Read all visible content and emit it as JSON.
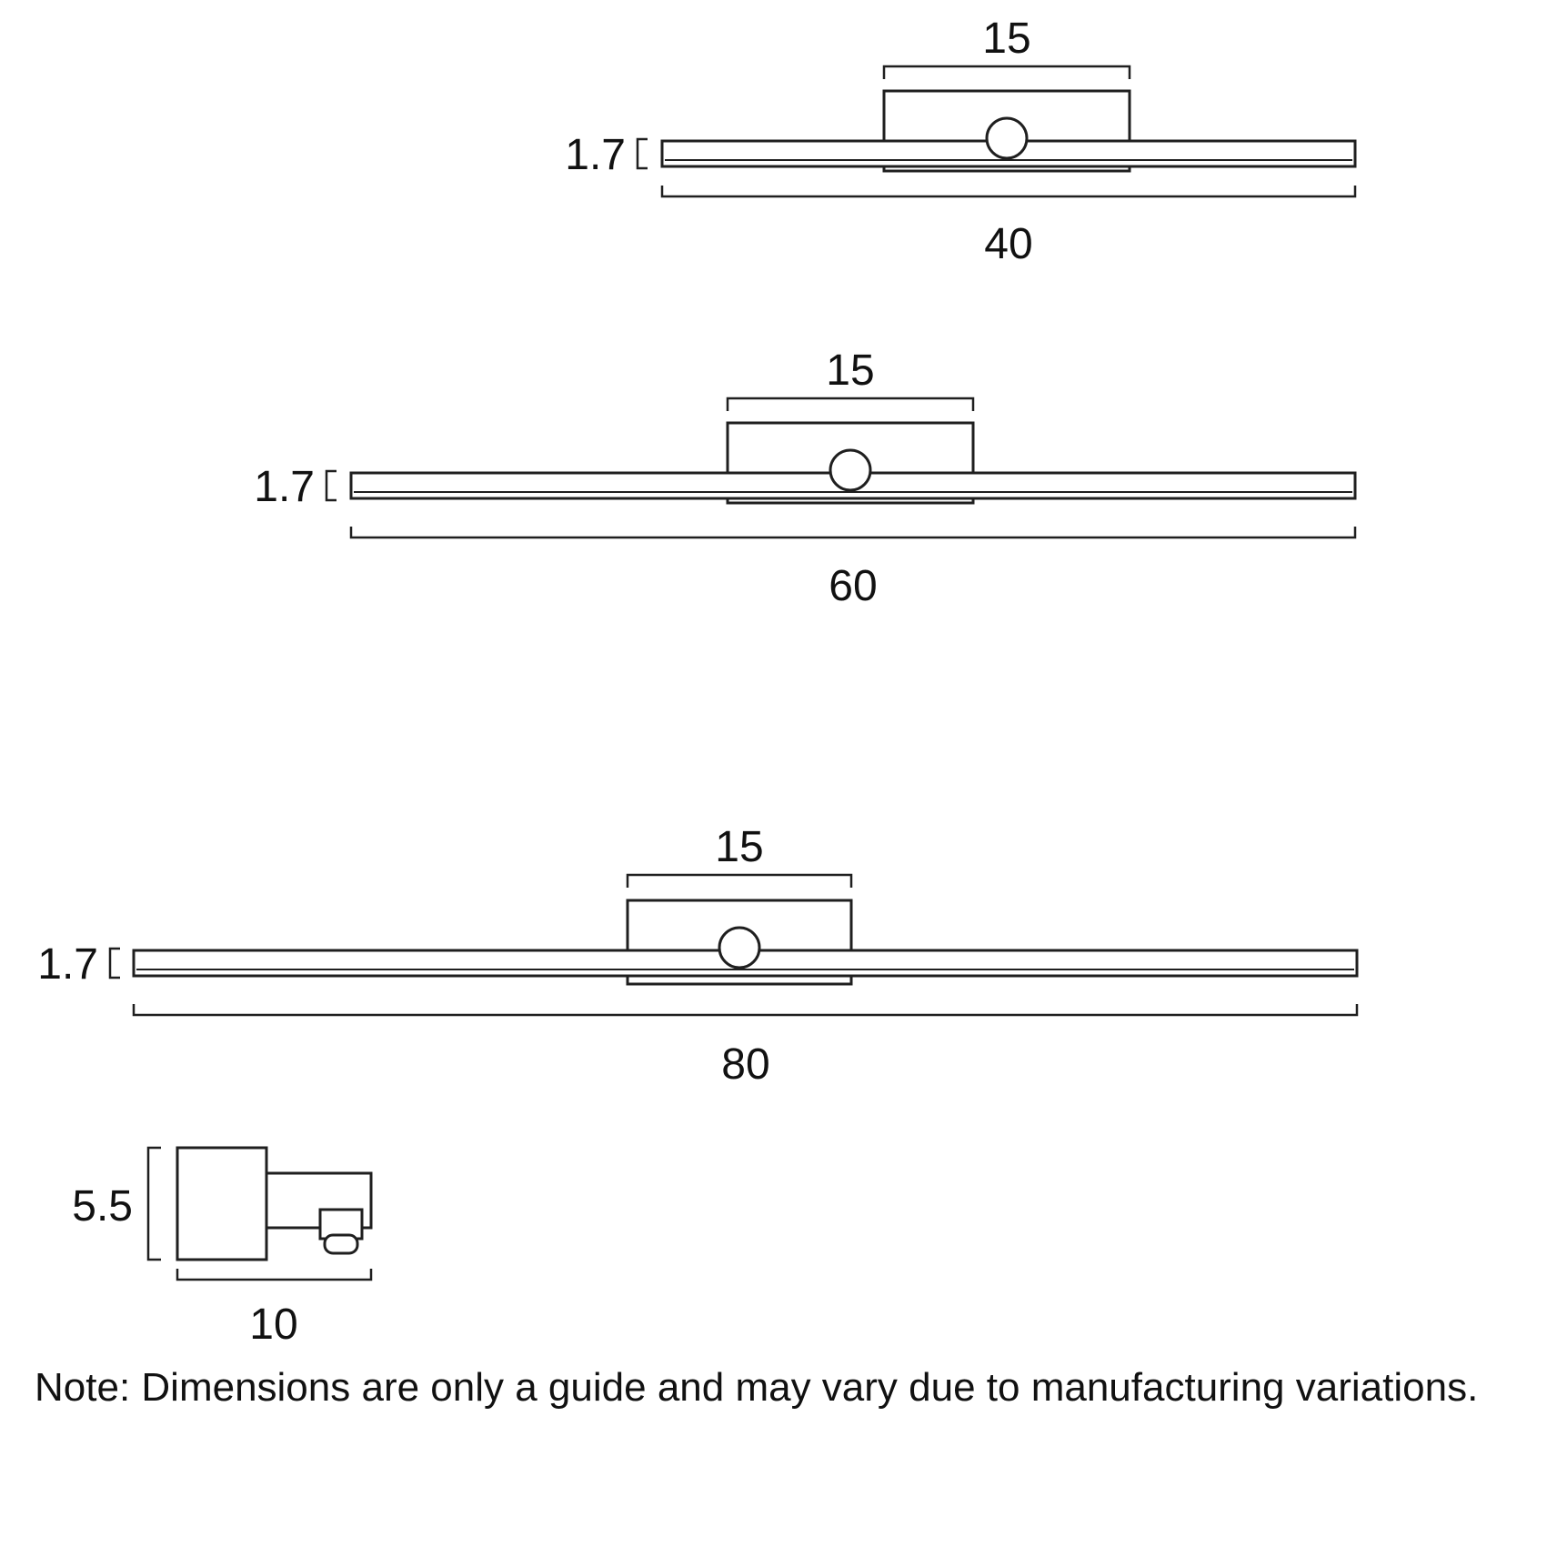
{
  "views": {
    "front_40": {
      "plate_width": "15",
      "bar_height": "1.7",
      "length": "40"
    },
    "front_60": {
      "plate_width": "15",
      "bar_height": "1.7",
      "length": "60"
    },
    "front_80": {
      "plate_width": "15",
      "bar_height": "1.7",
      "length": "80"
    },
    "side": {
      "height": "5.5",
      "depth": "10"
    }
  },
  "note": "Note: Dimensions are only a guide and may vary due to manufacturing variations.",
  "colors": {
    "line": "#1f1f1f",
    "background": "#ffffff"
  }
}
